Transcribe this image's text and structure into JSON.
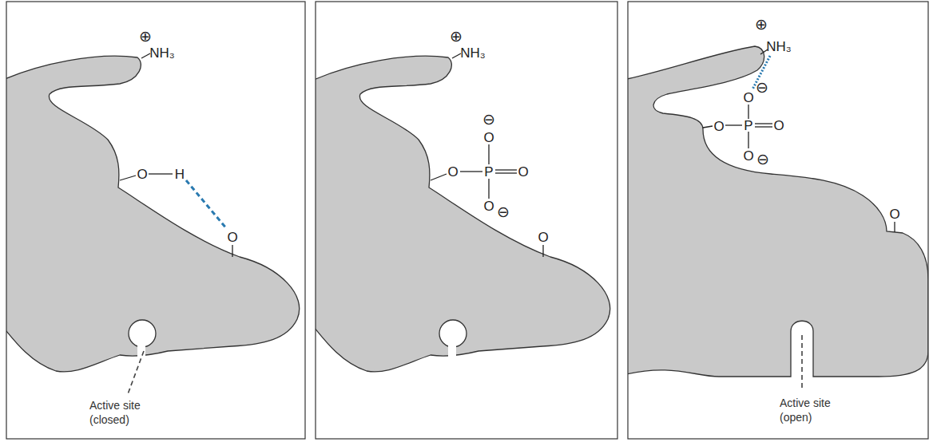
{
  "diagram": {
    "labels": [
      "⊕",
      "NH₃",
      "O",
      "H",
      "O",
      "Active site (closed)",
      "⊕",
      "NH₃",
      "⊖",
      "O",
      "O",
      "P",
      "O",
      "O",
      "⊖",
      "O",
      "⊕",
      "NH₃",
      "O",
      "⊖",
      "O",
      "P",
      "O",
      "O",
      "⊖",
      "O",
      "Active site (open)"
    ]
  }
}
